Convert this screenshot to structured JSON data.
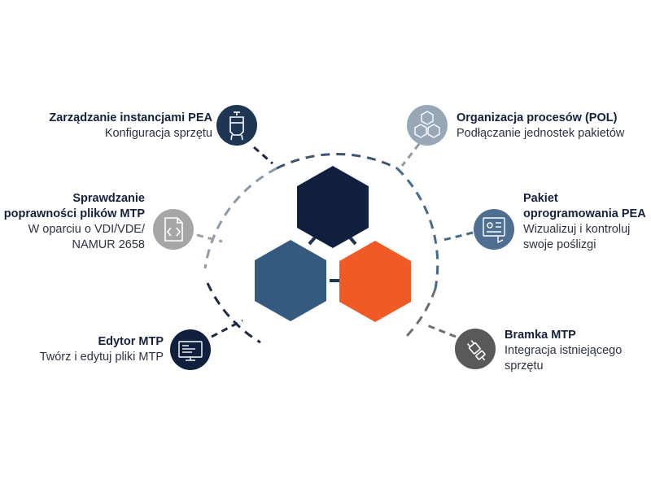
{
  "colors": {
    "navy": "#0f1f3d",
    "steel_blue": "#345a80",
    "orange": "#f05a24",
    "gray": "#a6a6a6",
    "slate": "#4f6f92",
    "dark_gray": "#595959"
  },
  "items": [
    {
      "id": "pea-instances",
      "title": "Zarządzanie instancjami PEA",
      "desc": "Konfiguracja sprzętu",
      "icon": "reactor-vessel-icon",
      "color": "navy"
    },
    {
      "id": "mtp-validation",
      "title": "Sprawdzanie poprawności plików MTP",
      "desc": "W oparciu o VDI/VDE/ NAMUR 2658",
      "icon": "code-file-icon",
      "color": "gray"
    },
    {
      "id": "mtp-editor",
      "title": "Edytor MTP",
      "desc": "Twórz i edytuj pliki MTP",
      "icon": "editor-screen-icon",
      "color": "navy"
    },
    {
      "id": "pol",
      "title": "Organizacja procesów (POL)",
      "desc": "Podłączanie jednostek pakietów",
      "icon": "process-modules-icon",
      "color": "gray"
    },
    {
      "id": "pea-package",
      "title": "Pakiet oprogramowania PEA",
      "desc": "Wizualizuj i kontroluj swoje poślizgi",
      "icon": "control-panel-icon",
      "color": "slate"
    },
    {
      "id": "mtp-gateway",
      "title": "Bramka MTP",
      "desc": "Integracja istniejącego sprzętu",
      "icon": "plug-connector-icon",
      "color": "dark_gray"
    }
  ]
}
